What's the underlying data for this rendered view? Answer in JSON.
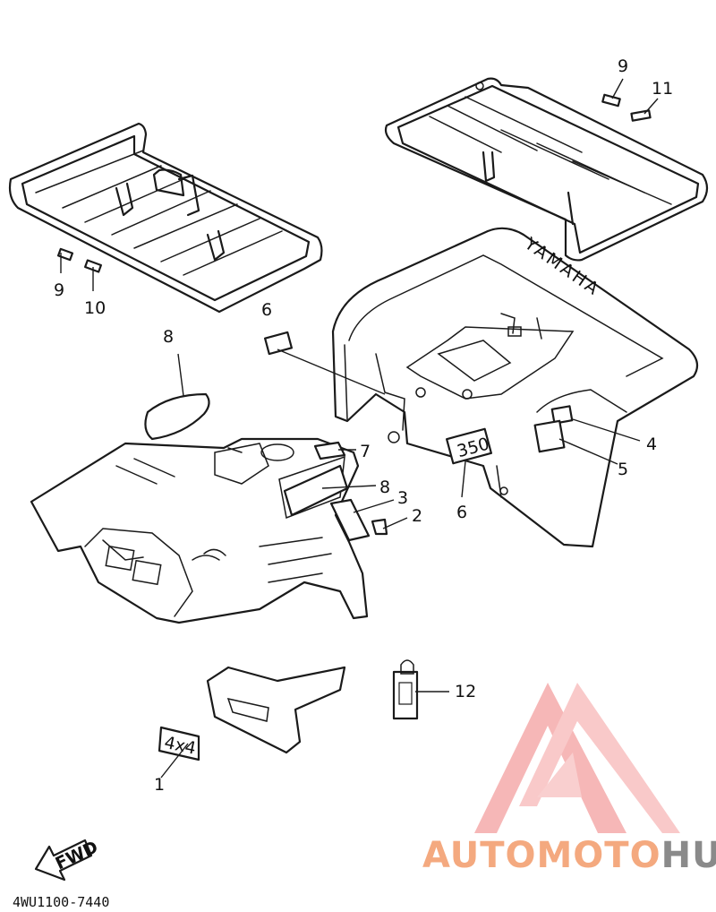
{
  "callouts": [
    "1",
    "2",
    "3",
    "4",
    "5",
    "6",
    "6",
    "7",
    "8",
    "8",
    "9",
    "9",
    "10",
    "11",
    "12"
  ],
  "decals": {
    "fender_brand": "YAMAHA",
    "engine_size": "350",
    "drive": "4x4",
    "direction": "FWD"
  },
  "diagram_code": "4WU1100-7440",
  "watermark": {
    "part1": "AUTOMOTO",
    "part2": "HUB",
    "color_primary": "#f4a97f",
    "color_secondary": "#8a8a8a"
  }
}
